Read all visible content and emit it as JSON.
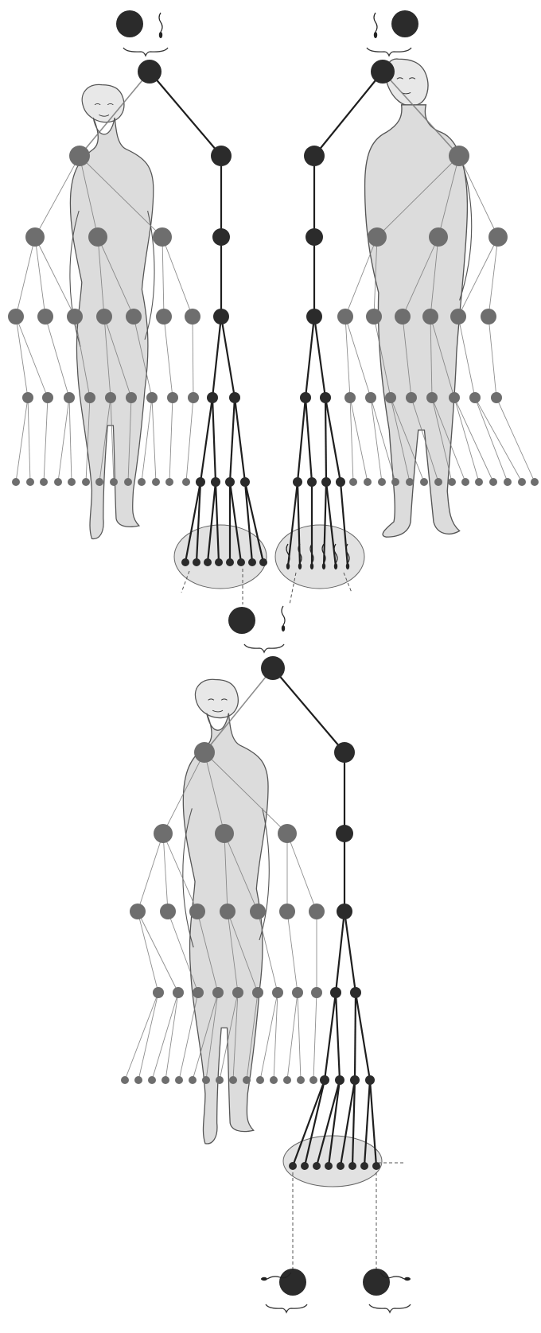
{
  "colors": {
    "background": "#ffffff",
    "germ_line_node": "#2b2b2b",
    "somatic_node": "#6e6e6e",
    "body_fill": "#dcdcdc",
    "body_outline": "#555555",
    "germ_line_edge": "#1e1e1e",
    "somatic_edge": "#7a7a7a",
    "gamete_pool_fill": "#e2e2e2"
  },
  "figures": [
    {
      "id": "female-top-left",
      "sex": "female",
      "germ_line_side": "right"
    },
    {
      "id": "male-top-right",
      "sex": "male",
      "germ_line_side": "left"
    },
    {
      "id": "female-bottom",
      "sex": "female",
      "germ_line_side": "right"
    }
  ],
  "gametes": [
    {
      "id": "top-left",
      "type": "egg-and-sperm"
    },
    {
      "id": "top-right",
      "type": "sperm-and-egg"
    },
    {
      "id": "middle",
      "type": "egg-and-sperm"
    },
    {
      "id": "bottom-left",
      "type": "sperm-and-egg"
    },
    {
      "id": "bottom-right",
      "type": "egg-and-sperm"
    }
  ]
}
